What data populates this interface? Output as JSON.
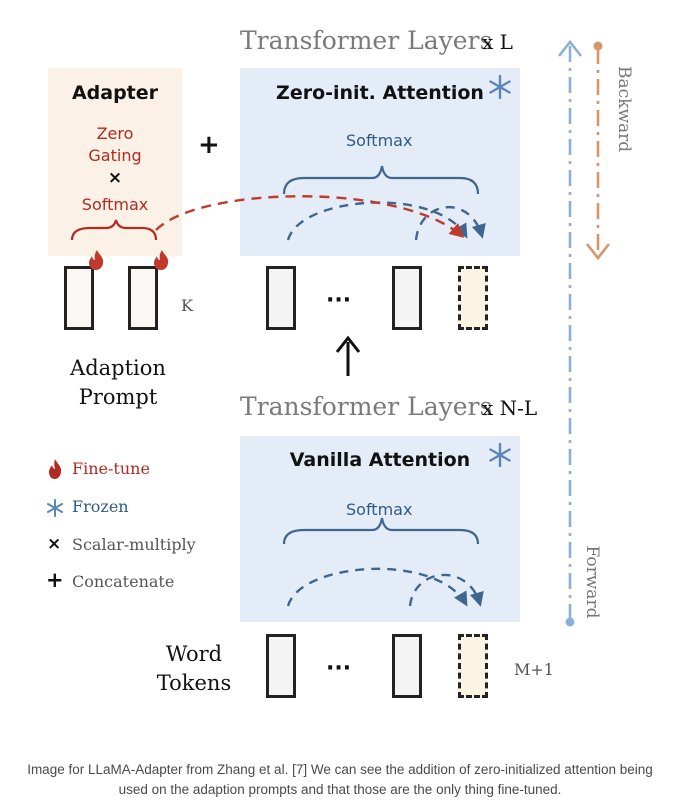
{
  "colors": {
    "adapter_bg": "#fbf1e6",
    "attention_bg": "#e4edf7",
    "red_accent": "#b22a20",
    "blue_accent": "#2f5a86",
    "backward_arrow": "#d9956a",
    "forward_arrow": "#8db0d6"
  },
  "adapter": {
    "title": "Adapter",
    "zero": "Zero",
    "gating": "Gating",
    "multiply": "×",
    "softmax": "Softmax"
  },
  "concat_symbol": "+",
  "top_block": {
    "layers_label": "Transformer Layers",
    "layers_count": "x L",
    "attention_title": "Zero-init. Attention",
    "softmax": "Softmax"
  },
  "bottom_block": {
    "layers_label": "Transformer Layers",
    "layers_count": "x N-L",
    "attention_title": "Vanilla Attention",
    "softmax": "Softmax"
  },
  "prompt": {
    "k_label": "K",
    "label_line1": "Adaption",
    "label_line2": "Prompt"
  },
  "tokens": {
    "ellipsis": "···",
    "m_label": "M+1",
    "label_line1": "Word",
    "label_line2": "Tokens"
  },
  "legend": [
    {
      "icon": "flame-icon",
      "label": "Fine-tune",
      "color": "#b22a20"
    },
    {
      "icon": "snowflake-icon",
      "label": "Frozen",
      "color": "#2f5a86"
    },
    {
      "icon": "multiply-icon",
      "label": "Scalar-multiply",
      "color": "#555555"
    },
    {
      "icon": "plus-icon",
      "label": "Concatenate",
      "color": "#555555"
    }
  ],
  "side_arrows": {
    "backward": "Backward",
    "forward": "Forward"
  },
  "caption": {
    "line1": "Image for LLaMA-Adapter from Zhang et al. [7] We can see the addition of zero-initialized attention being",
    "line2": "used on the adaption prompts and that those are the only thing fine-tuned."
  }
}
